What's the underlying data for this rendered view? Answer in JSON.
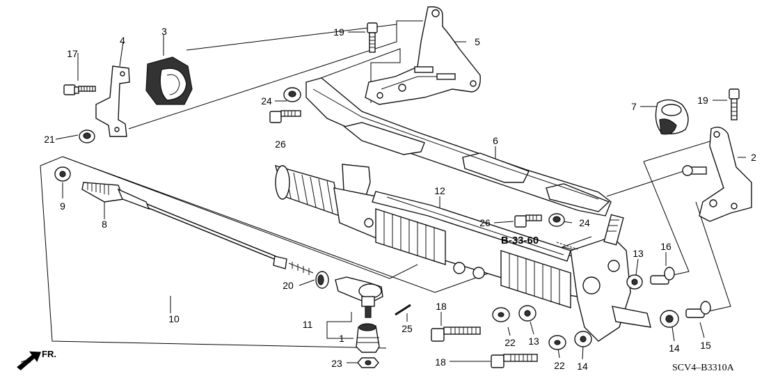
{
  "diagram": {
    "callouts": [
      {
        "id": "c17",
        "text": "17"
      },
      {
        "id": "c4",
        "text": "4"
      },
      {
        "id": "c3",
        "text": "3"
      },
      {
        "id": "c19a",
        "text": "19"
      },
      {
        "id": "c5",
        "text": "5"
      },
      {
        "id": "c7",
        "text": "7"
      },
      {
        "id": "c19b",
        "text": "19"
      },
      {
        "id": "c2",
        "text": "2"
      },
      {
        "id": "c24a",
        "text": "24"
      },
      {
        "id": "c26a",
        "text": "26"
      },
      {
        "id": "c21",
        "text": "21"
      },
      {
        "id": "c6",
        "text": "6"
      },
      {
        "id": "c9",
        "text": "9"
      },
      {
        "id": "c8",
        "text": "8"
      },
      {
        "id": "c12",
        "text": "12"
      },
      {
        "id": "c26b",
        "text": "26"
      },
      {
        "id": "c24b",
        "text": "24"
      },
      {
        "id": "c13a",
        "text": "13"
      },
      {
        "id": "c16",
        "text": "16"
      },
      {
        "id": "c20",
        "text": "20"
      },
      {
        "id": "c10",
        "text": "10"
      },
      {
        "id": "c18a",
        "text": "18"
      },
      {
        "id": "c11",
        "text": "11"
      },
      {
        "id": "c25",
        "text": "25"
      },
      {
        "id": "c22a",
        "text": "22"
      },
      {
        "id": "c13b",
        "text": "13"
      },
      {
        "id": "c14a",
        "text": "14"
      },
      {
        "id": "c15",
        "text": "15"
      },
      {
        "id": "c1",
        "text": "1"
      },
      {
        "id": "c23",
        "text": "23"
      },
      {
        "id": "c18b",
        "text": "18"
      },
      {
        "id": "c22b",
        "text": "22"
      },
      {
        "id": "c14b",
        "text": "14"
      }
    ],
    "reference": "B-33-60",
    "diagram_code": "SCV4–B3310A",
    "direction_label": "FR."
  }
}
